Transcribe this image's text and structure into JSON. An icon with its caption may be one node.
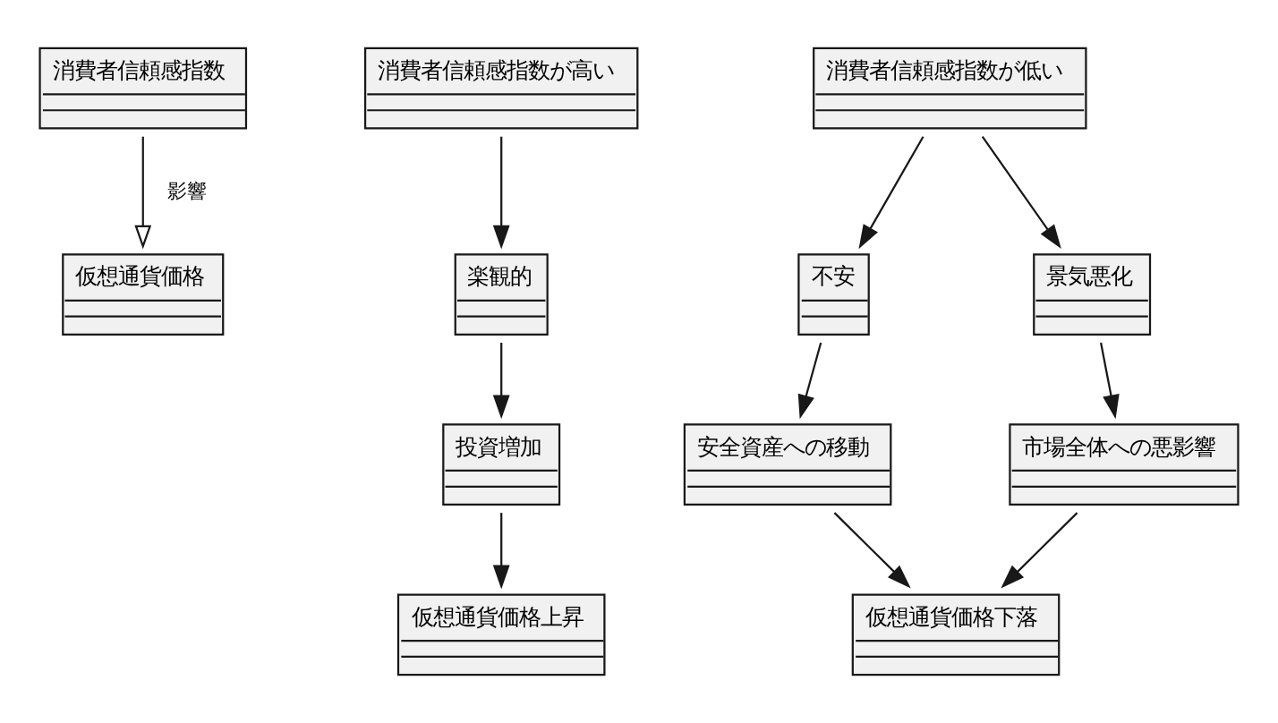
{
  "diagram": {
    "nodes": [
      {
        "text": [
          "消費者信頼感指数"
        ]
      },
      {
        "text": [
          "仮想通貨価格"
        ]
      },
      {
        "text": [
          "消費者信頼感指数が高い"
        ]
      },
      {
        "text": [
          "楽観的"
        ]
      },
      {
        "text": [
          "投資増加"
        ]
      },
      {
        "text": [
          "仮想通貨価格上昇"
        ]
      },
      {
        "text": [
          "消費者信頼感指数が低い"
        ]
      },
      {
        "text": [
          "不安"
        ]
      },
      {
        "text": [
          "景気悪化"
        ]
      },
      {
        "text": [
          "安全資産への移動"
        ]
      },
      {
        "text": [
          "市場全体への悪影響"
        ]
      },
      {
        "text": [
          "仮想通貨価格下落"
        ]
      }
    ],
    "edges": [
      {
        "from": 0,
        "to": 1,
        "arrow": "to",
        "label": "影響"
      },
      {
        "from": 2,
        "to": 3,
        "arrow": "to"
      },
      {
        "from": 3,
        "to": 4,
        "arrow": "to"
      },
      {
        "from": 4,
        "to": 5,
        "arrow": "to"
      },
      {
        "from": 6,
        "to": 7,
        "arrow": "to"
      },
      {
        "from": 6,
        "to": 8,
        "arrow": "to"
      },
      {
        "from": 7,
        "to": 9,
        "arrow": "to"
      },
      {
        "from": 8,
        "to": 10,
        "arrow": "to"
      },
      {
        "from": 9,
        "to": 11,
        "arrow": "to"
      },
      {
        "from": 10,
        "to": 11,
        "arrow": "to"
      }
    ]
  }
}
